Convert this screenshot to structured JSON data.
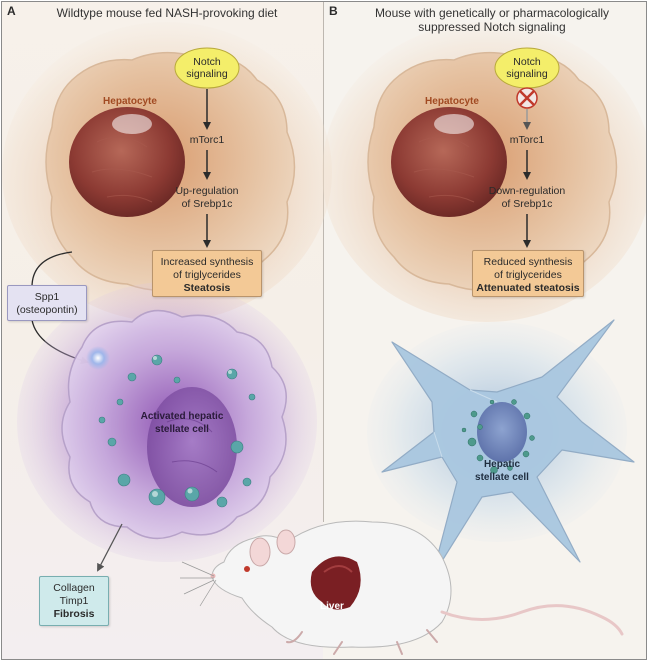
{
  "panel_a": {
    "letter": "A",
    "title": "Wildtype mouse fed NASH-provoking diet",
    "hepatocyte": "Hepatocyte",
    "notch": [
      "Notch",
      "signaling"
    ],
    "mtorc": "mTorc1",
    "regulation": [
      "Up-regulation",
      "of Srebp1c"
    ],
    "synthesis_box": [
      "Increased synthesis",
      "of triglycerides",
      "Steatosis"
    ],
    "spp_box": [
      "Spp1",
      "(osteopontin)"
    ],
    "stellate": [
      "Activated hepatic",
      "stellate cell"
    ],
    "fibrosis_box": [
      "Collagen",
      "Timp1",
      "Fibrosis"
    ]
  },
  "panel_b": {
    "letter": "B",
    "title": [
      "Mouse with genetically or pharmacologically",
      "suppressed Notch signaling"
    ],
    "hepatocyte": "Hepatocyte",
    "notch": [
      "Notch",
      "signaling"
    ],
    "mtorc": "mTorc1",
    "regulation": [
      "Down-regulation",
      "of Srebp1c"
    ],
    "synthesis_box": [
      "Reduced synthesis",
      "of triglycerides",
      "Attenuated steatosis"
    ],
    "stellate": [
      "Hepatic",
      "stellate cell"
    ]
  },
  "mouse": {
    "liver_label": "Liver"
  },
  "colors": {
    "hepatocyte": "#e6c7a8",
    "hepatocyte_core": "#c97a4e",
    "nucleus": "#8c3a33",
    "notch_oval": "#f4ee6a",
    "orange_box": "#f3c996",
    "lavender_box": "#e4e2f2",
    "teal_box": "#cfeaeb",
    "activated_stellate": "#a576c0",
    "quiescent_stellate": "#a9c7e0",
    "inhibit_x": "#c0392b"
  }
}
